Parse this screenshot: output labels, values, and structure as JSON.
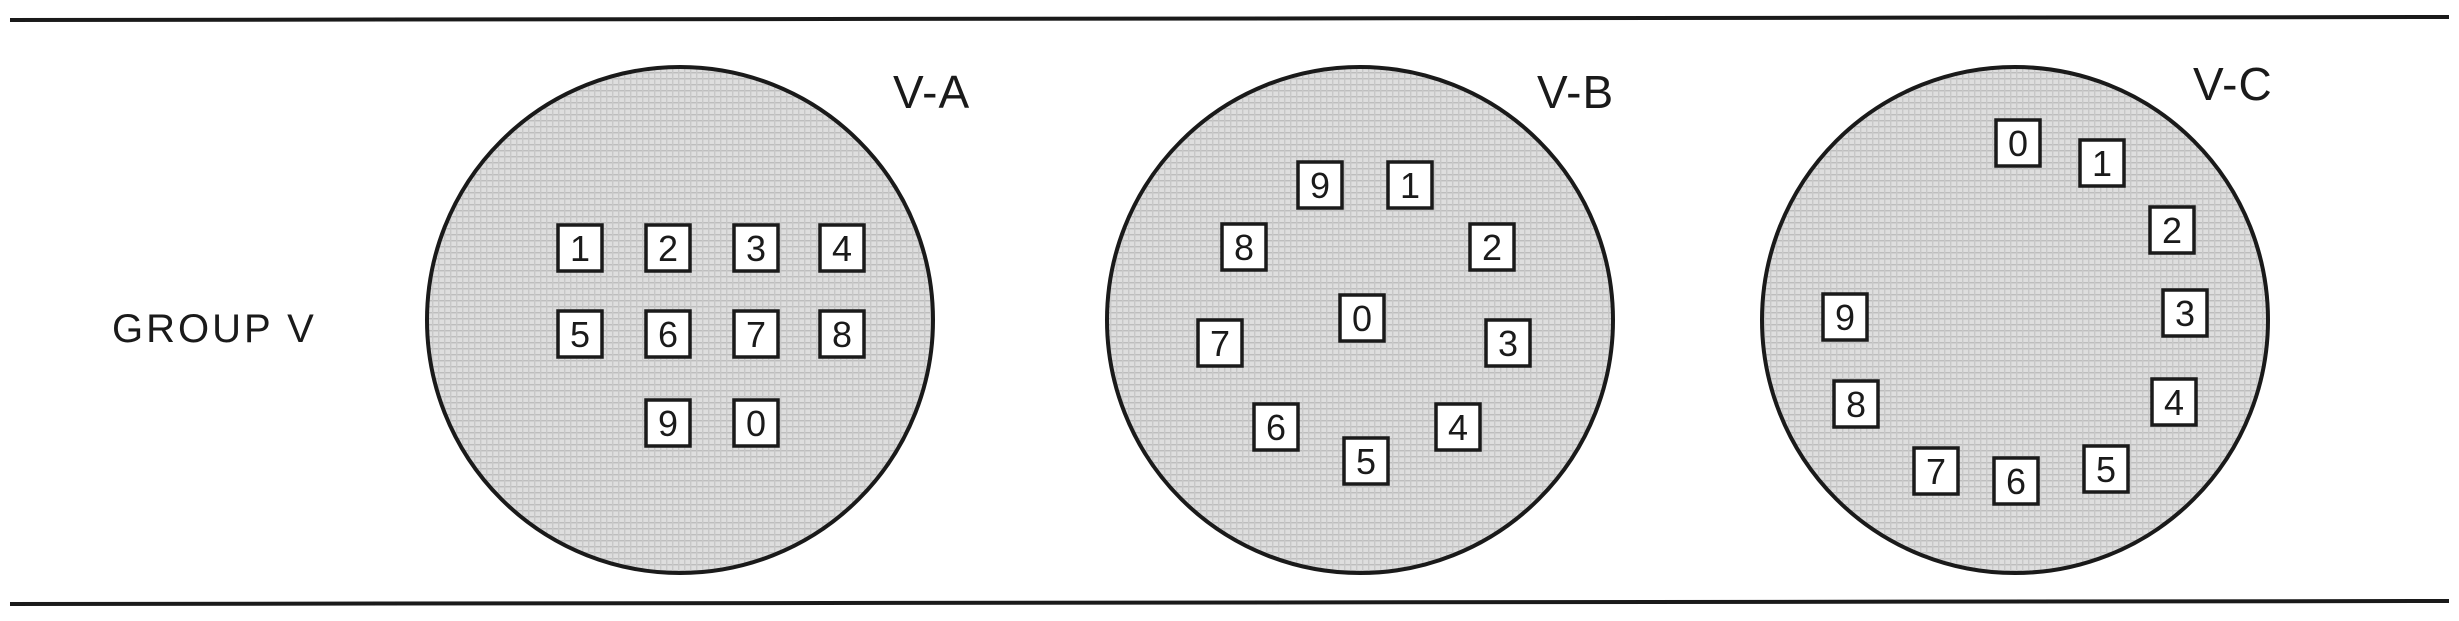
{
  "group_label": "GROUP V",
  "colors": {
    "ink": "#1a1a1a",
    "disc_fill": "#d9d9d9",
    "background": "#ffffff"
  },
  "plates": [
    {
      "id": "V-A",
      "label": "V-A",
      "keys": [
        "1",
        "2",
        "3",
        "4",
        "5",
        "6",
        "7",
        "8",
        "9",
        "0"
      ]
    },
    {
      "id": "V-B",
      "label": "V-B",
      "keys": [
        "9",
        "1",
        "8",
        "2",
        "0",
        "7",
        "3",
        "6",
        "4",
        "5"
      ]
    },
    {
      "id": "V-C",
      "label": "V-C",
      "keys": [
        "0",
        "1",
        "2",
        "3",
        "9",
        "8",
        "4",
        "7",
        "6",
        "5"
      ]
    }
  ]
}
